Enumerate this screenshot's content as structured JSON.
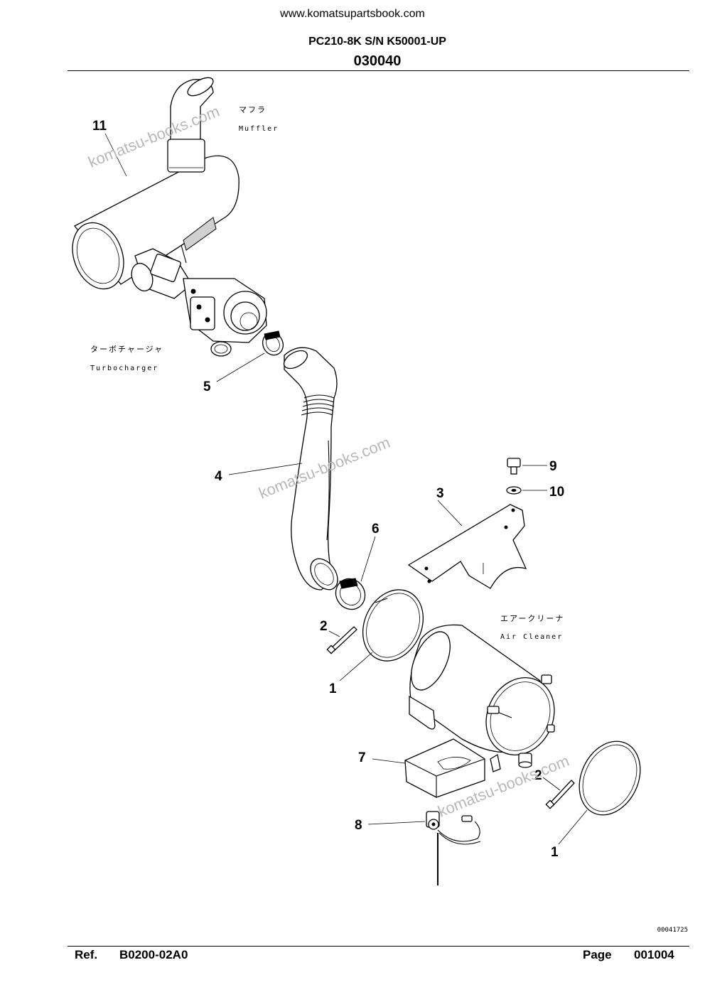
{
  "header": {
    "site_url": "www.komatsupartsbook.com",
    "model_line": "PC210-8K S/N K50001-UP",
    "page_code": "030040"
  },
  "watermark": "komatsu-books.com",
  "labels": {
    "muffler_jp": "マフラ",
    "muffler_en": "Muffler",
    "turbocharger_jp": "ターボチャージャ",
    "turbocharger_en": "Turbocharger",
    "air_cleaner_jp": "エアークリーナ",
    "air_cleaner_en": "Air Cleaner"
  },
  "callouts": [
    "11",
    "5",
    "4",
    "9",
    "10",
    "3",
    "6",
    "2",
    "1",
    "7",
    "2",
    "8",
    "1"
  ],
  "drawing_number": "00041725",
  "footer": {
    "ref_label": "Ref.",
    "ref_value": "B0200-02A0",
    "page_label": "Page",
    "page_value": "001004"
  }
}
